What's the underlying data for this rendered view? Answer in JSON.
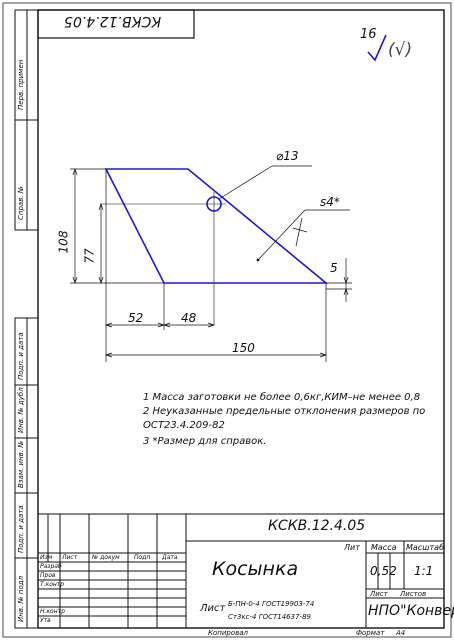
{
  "stamp_top": "КСКВ.12.4.05",
  "roughness": {
    "value": "16",
    "sub": "(√)"
  },
  "dimensions": {
    "hole": "⌀13",
    "thickness": "s4*",
    "d108": "108",
    "d77": "77",
    "d5": "5",
    "d52": "52",
    "d48": "48",
    "d150": "150"
  },
  "notes": [
    "1  Масса заготовки не более 0,6кг,КИМ–не менее 0,8",
    "2  Неуказанные предельные отклонения размеров по",
    "ОСТ23.4.209-82",
    "3   *Размер для справок."
  ],
  "side_labels": {
    "perv_primen": "Перв. примен",
    "sprav_no": "Справ. №",
    "podp_data_1": "Подп. и дата",
    "inv_dubl": "Инв. № дубл",
    "vzam_inv": "Взам. инв. №",
    "podp_data_2": "Подп. и дата",
    "inv_podl": "Инв. № подл"
  },
  "title_block": {
    "designation": "КСКВ.12.4.05",
    "name": "Косынка",
    "material_prefix": "Лист",
    "material_line1": "Б-ПН-0-4 ГОСТ19903-74",
    "material_line2": "Ст3кс-4 ГОСТ14637-89",
    "col_lit": "Лит",
    "col_massa": "Масса",
    "col_masshtab": "Масштаб",
    "mass_value": "0,52",
    "scale_value": "1:1",
    "list_label": "Лист",
    "listov_label": "Листов",
    "company": "НПО\"Конверс\"",
    "hdr_izm": "Изм",
    "hdr_list": "Лист",
    "hdr_dokum": "№ докум",
    "hdr_podp": "Подп",
    "hdr_data": "Дата",
    "role_razrab": "Разраб",
    "role_prov": "Пров",
    "role_tkontr": "Т.контр",
    "role_nkontr": "Н.контр",
    "role_utv": "Утв",
    "copied": "Копировал",
    "format_label": "Формат",
    "format_value": "А4"
  }
}
